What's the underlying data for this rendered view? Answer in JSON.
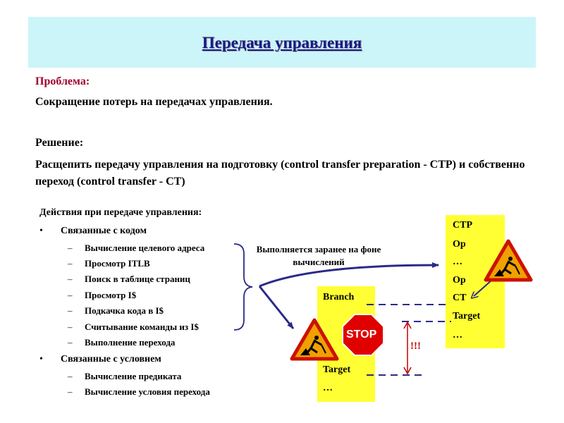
{
  "title": "Передача управления",
  "problem_label": "Проблема:",
  "problem_text": "Сокращение потерь на передачах управления.",
  "solution_label": "Решение:",
  "solution_text": "Расщепить передачу управления на подготовку (control transfer preparation - CTP) и собственно переход (control transfer - CT)",
  "actions_title": "Действия при передаче управления:",
  "groups": [
    {
      "bullet": "•",
      "title": "Связанные с кодом",
      "items": [
        "Вычисление целевого адреса",
        "Просмотр ITLB",
        "Поиск в таблице страниц",
        "Просмотр I$",
        "Подкачка кода в I$",
        "Считывание команды из I$",
        "Выполнение перехода"
      ]
    },
    {
      "bullet": "•",
      "title": "Связанные с условием",
      "items": [
        "Вычисление предиката",
        "Вычисление условия перехода"
      ]
    }
  ],
  "dash": "–",
  "annotation": "Выполняется заранее на фоне вычислений",
  "left_block": {
    "branch": "Branch",
    "target": "Target",
    "ellipsis": "…"
  },
  "right_block": {
    "lines": [
      "CTP",
      "Op",
      "…",
      "Op",
      "CT",
      "Target",
      "…"
    ]
  },
  "stop_label": "STOP",
  "exclaim": "!!!",
  "icons": [
    "roadwork-sign-icon",
    "stop-sign-icon",
    "brace-icon",
    "curved-arrow-icon"
  ],
  "colors": {
    "title_bg": "#ccf5f9",
    "title_text": "#1a1a80",
    "problem_label": "#a0002e",
    "box": "#ffff33",
    "arrow": "#2a2a8a",
    "stop": "#e00000",
    "warning_red": "#cc1100",
    "warning_fill": "#f0a000",
    "exclaim": "#c00000"
  }
}
